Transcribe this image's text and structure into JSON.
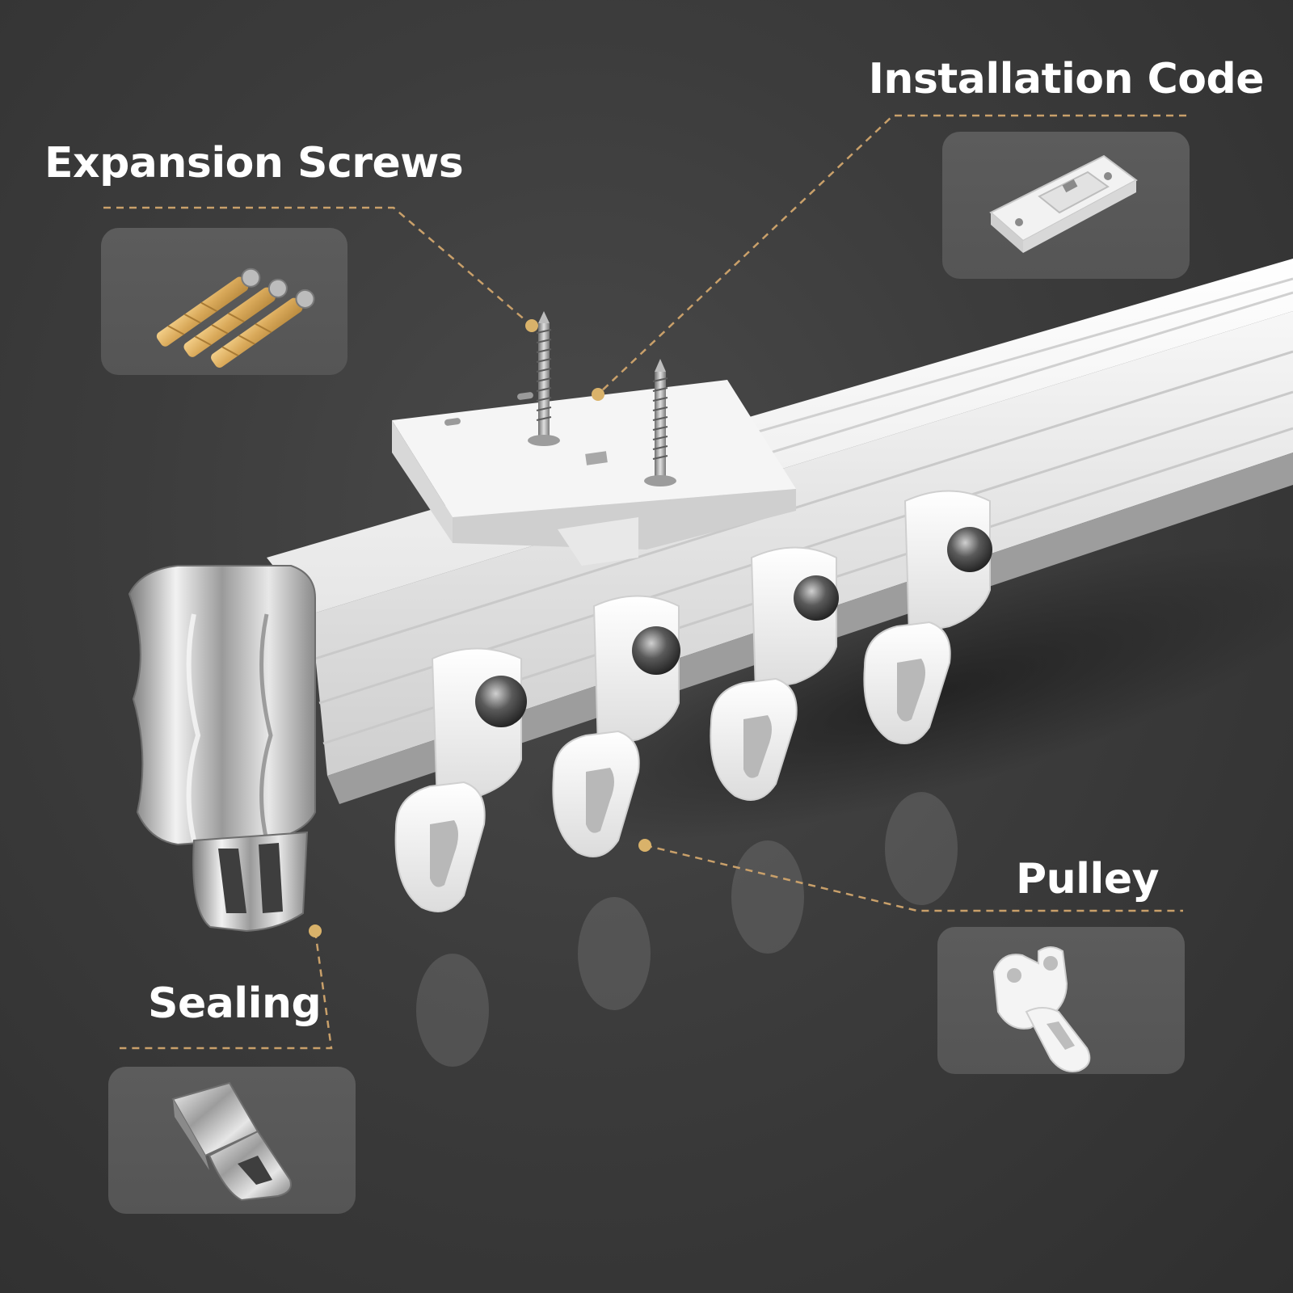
{
  "callouts": {
    "expansion_screws": {
      "label": "Expansion Screws",
      "icon": "expansion-screws-icon"
    },
    "installation_code": {
      "label": "Installation Code",
      "icon": "installation-code-icon"
    },
    "pulley": {
      "label": "Pulley",
      "icon": "pulley-icon"
    },
    "sealing": {
      "label": "Sealing",
      "icon": "sealing-icon"
    }
  },
  "colors": {
    "background": "#3c3c3c",
    "label_text": "#ffffff",
    "leader_line": "#c9a06a",
    "thumbnail_panel": "#5a5a5a",
    "rail": "#f4f4f4",
    "chrome": "#c8c8c8",
    "anchor_gold": "#d9b26a"
  }
}
